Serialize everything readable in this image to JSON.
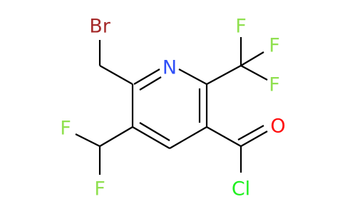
{
  "molecule": {
    "atoms": {
      "bromine": {
        "symbol": "Br",
        "color": "#A52A2A"
      },
      "ring_nitrogen": {
        "symbol": "N",
        "color": "#3050F8"
      },
      "cf3_fluorine_top": {
        "symbol": "F",
        "color": "#90E050"
      },
      "cf3_fluorine_right": {
        "symbol": "F",
        "color": "#90E050"
      },
      "cf3_fluorine_upper_right": {
        "symbol": "F",
        "color": "#90E050"
      },
      "chf2_fluorine_upper": {
        "symbol": "F",
        "color": "#90E050"
      },
      "chf2_fluorine_lower": {
        "symbol": "F",
        "color": "#90E050"
      },
      "carbonyl_oxygen": {
        "symbol": "O",
        "color": "#FF0D0D"
      },
      "acyl_chlorine": {
        "symbol": "Cl",
        "color": "#1FF01F"
      }
    }
  }
}
